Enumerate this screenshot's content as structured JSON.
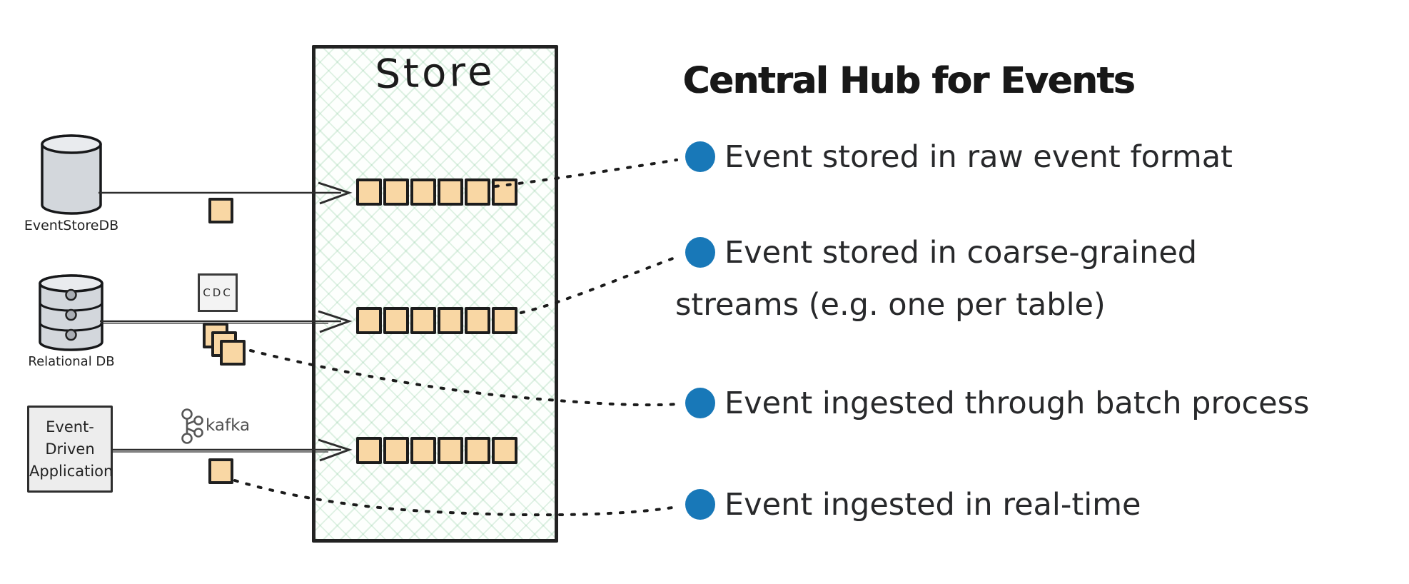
{
  "store": {
    "title": "Store",
    "streams": [
      {
        "name": "stream-1",
        "square_count": 6
      },
      {
        "name": "stream-2",
        "square_count": 6
      },
      {
        "name": "stream-3",
        "square_count": 6
      }
    ]
  },
  "sources": {
    "eventstoredb": {
      "label": "EventStoreDB"
    },
    "relational_db": {
      "label": "Relational DB"
    },
    "event_driven_app": {
      "lines": [
        "Event-",
        "Driven",
        "Application"
      ]
    }
  },
  "connectors": {
    "cdc_label": "CDC",
    "kafka_label": "kafka"
  },
  "panel": {
    "heading": "Central Hub for Events",
    "bullets": [
      {
        "lines": [
          "Event stored in raw event format"
        ]
      },
      {
        "lines": [
          "Event stored in coarse-grained",
          "streams (e.g. one per table)"
        ]
      },
      {
        "lines": [
          "Event ingested through batch process"
        ]
      },
      {
        "lines": [
          "Event ingested in real-time"
        ]
      }
    ]
  },
  "colors": {
    "bullet_blue": "#1878b8",
    "square_orange": "#f9d7a4",
    "hatch_green": "#bfe3c8",
    "store_border": "#222222",
    "ink": "#1f1f1f"
  }
}
